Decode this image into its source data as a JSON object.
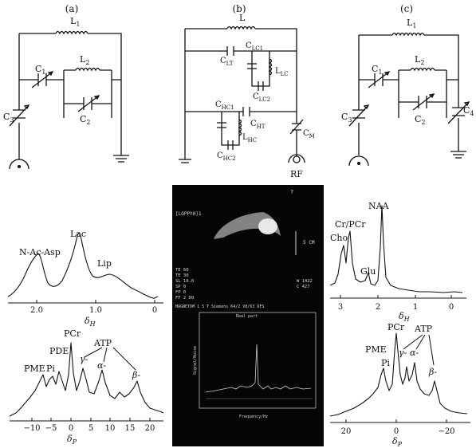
{
  "panels": {
    "a": {
      "label": "(a)",
      "L1": "L",
      "L1_sub": "1",
      "L2": "L",
      "L2_sub": "2",
      "C1": "C",
      "C1_sub": "1",
      "C2": "C",
      "C2_sub": "2",
      "C3": "C",
      "C3_sub": "3"
    },
    "b": {
      "label": "(b)",
      "L": "L",
      "CLT": "C",
      "CLT_sub": "LT",
      "CLC1": "C",
      "CLC1_sub": "LC1",
      "LLC": "L",
      "LLC_sub": "LC",
      "CLC2": "C",
      "CLC2_sub": "LC2",
      "CHC1": "C",
      "CHC1_sub": "HC1",
      "CHT": "C",
      "CHT_sub": "HT",
      "LHC": "L",
      "LHC_sub": "HC",
      "CHC2": "C",
      "CHC2_sub": "HC2",
      "CM": "C",
      "CM_sub": "M",
      "RF": "RF"
    },
    "c": {
      "label": "(c)",
      "L1": "L",
      "L1_sub": "1",
      "L2": "L",
      "L2_sub": "2",
      "C1": "C",
      "C1_sub": "1",
      "C2": "C",
      "C2_sub": "2",
      "C3": "C",
      "C3_sub": "3",
      "C4": "C",
      "C4_sub": "4"
    }
  },
  "spectra": {
    "h_left": {
      "peaks": [
        "N-Ac-Asp",
        "Lac",
        "Lip"
      ],
      "ticks": [
        "2.0",
        "1.0",
        "0"
      ],
      "axis_symbol": "δ",
      "axis_sub": "H"
    },
    "p_left": {
      "peaks": [
        "PCr",
        "PDE",
        "PME",
        "Pi",
        "ATP",
        "γ-",
        "α-",
        "β-"
      ],
      "ticks": [
        "−10",
        "−5",
        "0",
        "5",
        "10",
        "15",
        "20"
      ],
      "axis_symbol": "δ",
      "axis_sub": "P"
    },
    "h_right": {
      "peaks": [
        "NAA",
        "Cr/PCr",
        "Cho",
        "Glu"
      ],
      "ticks": [
        "3",
        "2",
        "1",
        "0"
      ],
      "axis_symbol": "δ",
      "axis_sub": "H"
    },
    "p_right": {
      "peaks": [
        "PCr",
        "ATP",
        "PME",
        "Pi",
        "γ-",
        "α-",
        "β-"
      ],
      "ticks": [
        "20",
        "0",
        "−20"
      ],
      "axis_symbol": "δ",
      "axis_sub": "P"
    }
  },
  "scanner": {
    "top_left": "[LOPPY0]1",
    "question": "?",
    "scale": "5 CM",
    "params": [
      "TE  60",
      "TE  30",
      "SL 10.0",
      "SP   0",
      "FP   0",
      "FF 2 00"
    ],
    "w": "W 1422",
    "c": "C  427",
    "footer": "MAGNETOM 1 5 T   Siemens   K4/2 V8/63 DFS",
    "plot_title": "Real part",
    "plot_ylabel": "Signal/Noise",
    "plot_xlabel": "Frequency/Hz"
  }
}
